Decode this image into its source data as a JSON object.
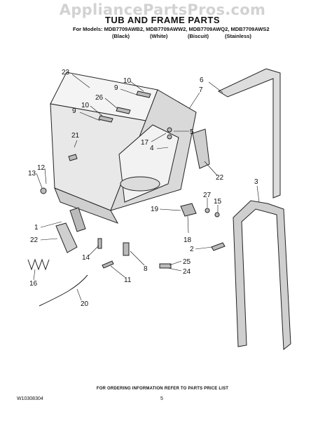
{
  "watermark": "AppliancePartsPros.com",
  "header": {
    "title": "TUB AND FRAME PARTS",
    "models": "For Models: MDB7709AWB2, MDB7709AWW2, MDB7709AWQ2, MDB7709AWS2",
    "finishes": [
      "(Black)",
      "(White)",
      "(Biscuit)",
      "(Stainless)"
    ]
  },
  "callouts": [
    "23",
    "10",
    "9",
    "26",
    "10",
    "9",
    "21",
    "6",
    "7",
    "5",
    "17",
    "4",
    "22",
    "13",
    "12",
    "3",
    "27",
    "15",
    "19",
    "18",
    "1",
    "22",
    "2",
    "14",
    "8",
    "25",
    "24",
    "16",
    "11",
    "20"
  ],
  "footer": {
    "note": "FOR ORDERING INFORMATION REFER TO PARTS PRICE LIST",
    "doc_number": "W10308304",
    "page": "5"
  }
}
